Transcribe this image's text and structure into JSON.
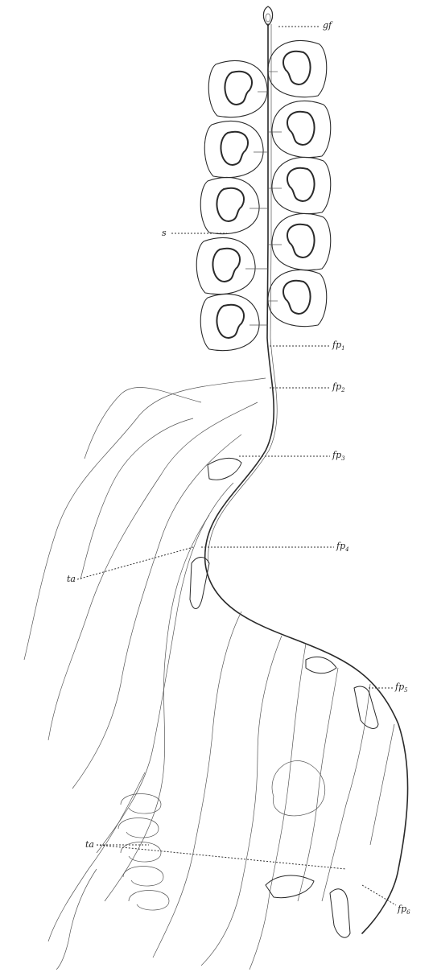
{
  "labels": {
    "gf": "gf",
    "s": "s",
    "fp1": {
      "base": "fp",
      "sub": "1"
    },
    "fp2": {
      "base": "fp",
      "sub": "2"
    },
    "fp3": {
      "base": "fp",
      "sub": "3"
    },
    "fp4": {
      "base": "fp",
      "sub": "4"
    },
    "fp5": {
      "base": "fp",
      "sub": "5"
    },
    "fp6": {
      "base": "fp",
      "sub": "6"
    },
    "ta_upper": "ta",
    "ta_lower": "ta"
  },
  "colors": {
    "ink": "#2a2a2a",
    "paper": "#ffffff"
  }
}
